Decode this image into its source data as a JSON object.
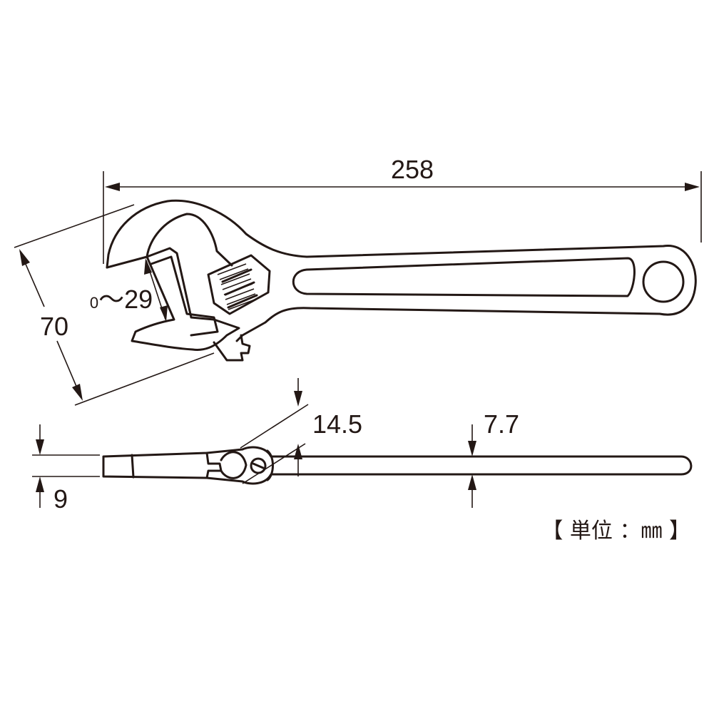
{
  "dimensions": {
    "overall_length": "258",
    "overall_width": "70",
    "jaw_opening_min": "0",
    "jaw_opening_max": "～29",
    "head_thickness": "14.5",
    "handle_thickness": "7.7",
    "jaw_thickness": "9"
  },
  "unit_note": "【 単位 ：㎜ 】",
  "colors": {
    "line": "#231815",
    "background": "#ffffff"
  }
}
